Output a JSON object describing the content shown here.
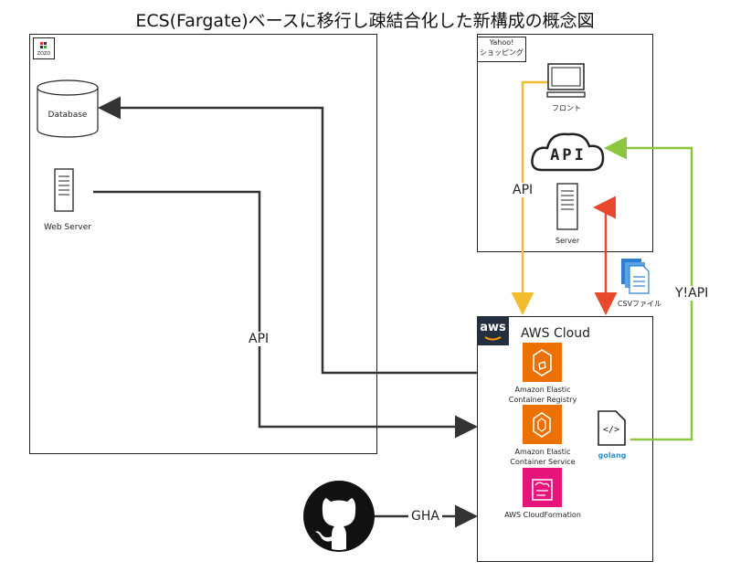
{
  "title": "ECS(Fargate)ベースに移行し疎結合化した新構成の概念図",
  "zozo": {
    "logo_text": "ZOZO"
  },
  "nodes": {
    "database": "Database",
    "web_server": "Web Server",
    "yahoo_group": "Yahoo!\nショッピング",
    "front": "フロント",
    "api_cloud": "API",
    "server": "Server",
    "csv": "CSVファイル",
    "aws_cloud": "AWS Cloud",
    "aws_logo": "aws",
    "ecr": "Amazon Elastic Container Registry",
    "ecs": "Amazon Elastic Container Service",
    "cloudformation": "AWS CloudFormation",
    "golang": "golang"
  },
  "edges": {
    "api_left": "API",
    "api_yellow": "API",
    "yapi": "Y!API",
    "gha": "GHA"
  },
  "colors": {
    "yellow": "#f2bd2c",
    "red": "#e8492c",
    "green": "#8cc63f",
    "dark": "#333333",
    "aws_orange": "#ed7100",
    "aws_pink": "#e7157b",
    "golang_blue": "#2f8fd0"
  }
}
